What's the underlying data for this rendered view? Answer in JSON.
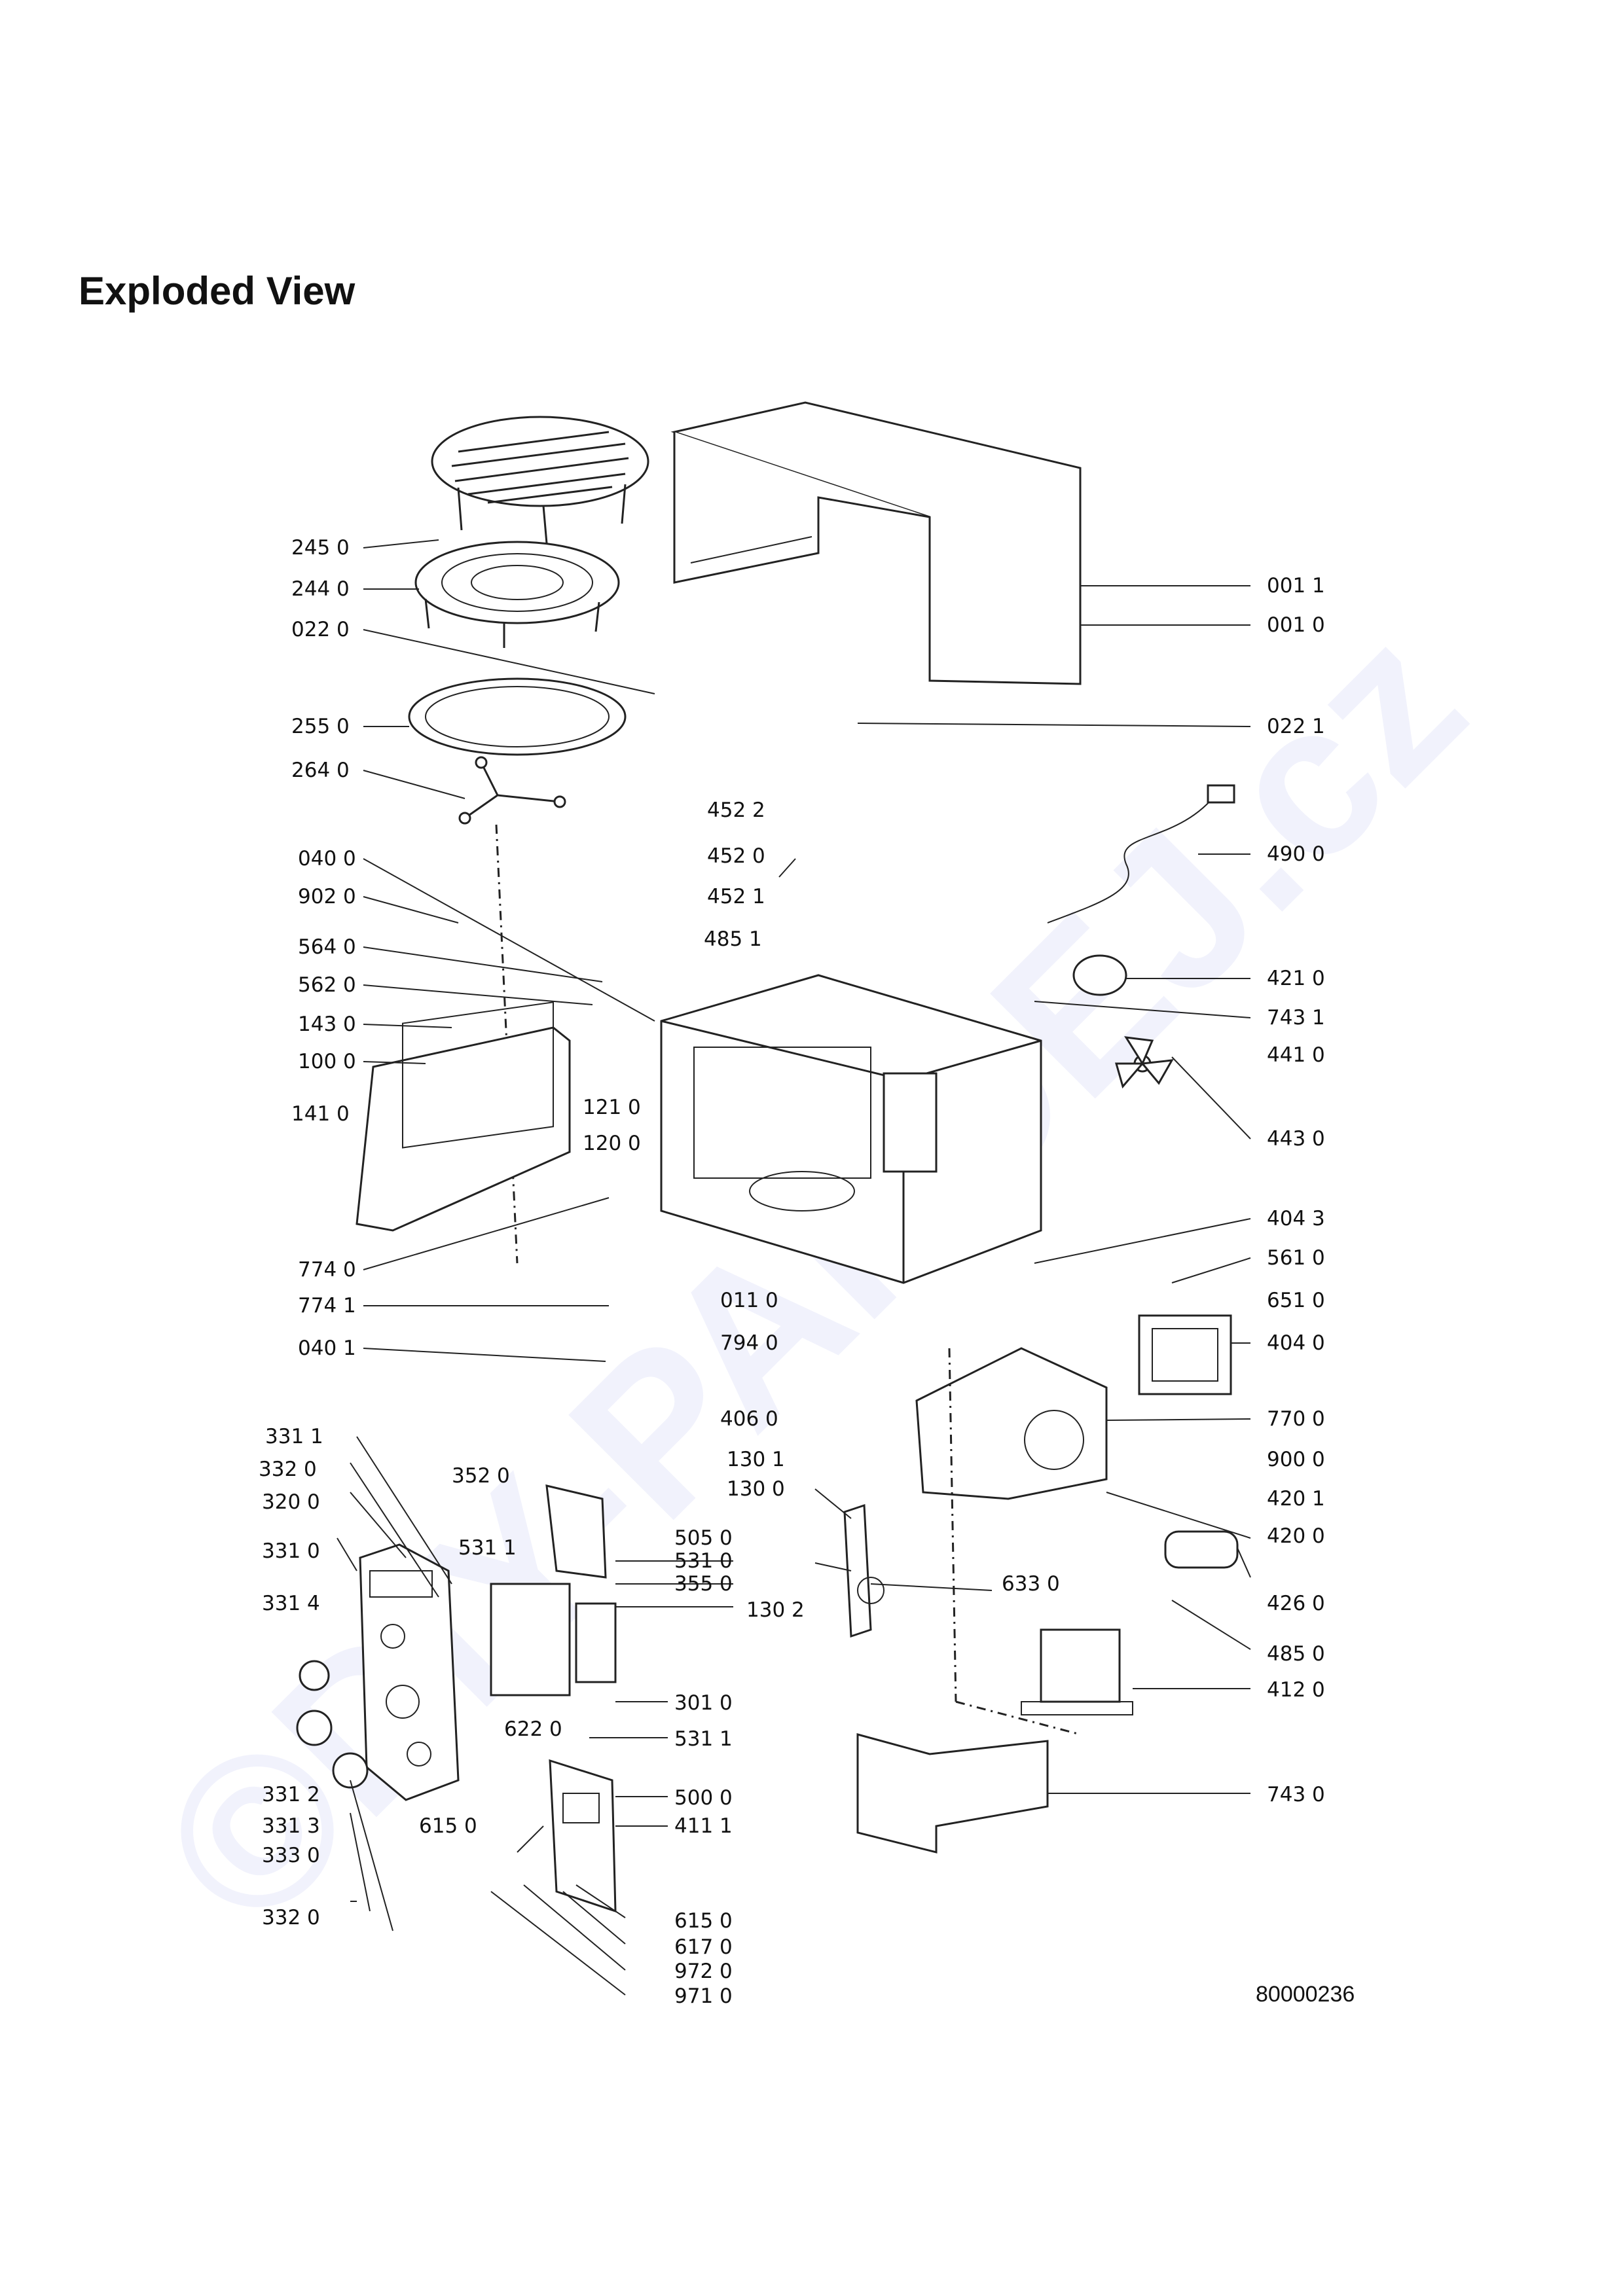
{
  "title": "Exploded View",
  "document_number": "80000236",
  "watermark_text": "©DIY-PARDEJ.cz",
  "callouts": [
    {
      "label": "245  0"
    },
    {
      "label": "244  0"
    },
    {
      "label": "022  0"
    },
    {
      "label": "255  0"
    },
    {
      "label": "264  0"
    },
    {
      "label": "040  0"
    },
    {
      "label": "902  0"
    },
    {
      "label": "564  0"
    },
    {
      "label": "562  0"
    },
    {
      "label": "143  0"
    },
    {
      "label": "100  0"
    },
    {
      "label": "141  0"
    },
    {
      "label": "774  0"
    },
    {
      "label": "774  1"
    },
    {
      "label": "040  1"
    },
    {
      "label": "331  1"
    },
    {
      "label": "332  0"
    },
    {
      "label": "320  0"
    },
    {
      "label": "331  0"
    },
    {
      "label": "331  4"
    },
    {
      "label": "331  2"
    },
    {
      "label": "331  3"
    },
    {
      "label": "333  0"
    },
    {
      "label": "332  0"
    },
    {
      "label": "001  1"
    },
    {
      "label": "001  0"
    },
    {
      "label": "022  1"
    },
    {
      "label": "452  2"
    },
    {
      "label": "452  0"
    },
    {
      "label": "452  1"
    },
    {
      "label": "490  0"
    },
    {
      "label": "485  1"
    },
    {
      "label": "421  0"
    },
    {
      "label": "743  1"
    },
    {
      "label": "441  0"
    },
    {
      "label": "443  0"
    },
    {
      "label": "121  0"
    },
    {
      "label": "120  0"
    },
    {
      "label": "404  3"
    },
    {
      "label": "561  0"
    },
    {
      "label": "651  0"
    },
    {
      "label": "011  0"
    },
    {
      "label": "794  0"
    },
    {
      "label": "404  0"
    },
    {
      "label": "406  0"
    },
    {
      "label": "770  0"
    },
    {
      "label": "130  1"
    },
    {
      "label": "900  0"
    },
    {
      "label": "130  0"
    },
    {
      "label": "420  1"
    },
    {
      "label": "420  0"
    },
    {
      "label": "352  0"
    },
    {
      "label": "505  0"
    },
    {
      "label": "531  1"
    },
    {
      "label": "531  0"
    },
    {
      "label": "355  0"
    },
    {
      "label": "633  0"
    },
    {
      "label": "130  2"
    },
    {
      "label": "426  0"
    },
    {
      "label": "485  0"
    },
    {
      "label": "301  0"
    },
    {
      "label": "412  0"
    },
    {
      "label": "622  0"
    },
    {
      "label": "531  1"
    },
    {
      "label": "500  0"
    },
    {
      "label": "615  0"
    },
    {
      "label": "411  1"
    },
    {
      "label": "743  0"
    },
    {
      "label": "615  0"
    },
    {
      "label": "617  0"
    },
    {
      "label": "972  0"
    },
    {
      "label": "971  0"
    }
  ]
}
